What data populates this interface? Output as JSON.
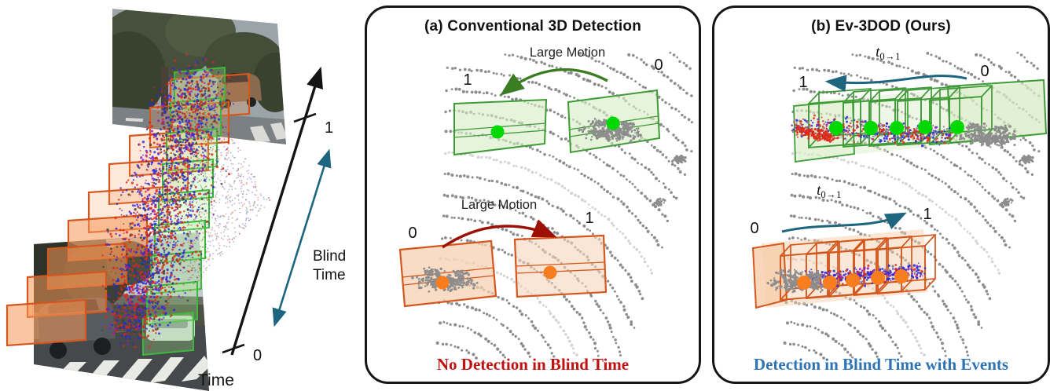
{
  "figure": {
    "left_viz": {
      "time_axis_label": "Time",
      "axis_tick_top_label": "1",
      "axis_tick_bottom_label": "0",
      "blind_time_lines": [
        "Blind",
        "Time"
      ]
    },
    "panel_a": {
      "title": "(a) Conventional 3D Detection",
      "motion_label_top": "Large Motion",
      "motion_label_bottom": "Large Motion",
      "top_left_time": "1",
      "top_right_time": "0",
      "bottom_left_time": "0",
      "bottom_right_time": "1",
      "caption": "No Detection in Blind Time"
    },
    "panel_b": {
      "title": "(b) Ev-3DOD (Ours)",
      "flow_label_top": {
        "main": "t",
        "sub": "0→1"
      },
      "flow_label_mid": {
        "main": "t",
        "sub": "0→1"
      },
      "top_left_time": "1",
      "top_right_time": "0",
      "mid_left_time": "0",
      "mid_right_time": "1",
      "caption": "Detection in Blind Time with Events"
    }
  },
  "colors": {
    "caption_red": "#c11212",
    "caption_blue": "#2e74b5",
    "green_box": "#3f9a38",
    "green_fill": "#d9edc6",
    "green_dot": "#00d900",
    "orange_box": "#d4571e",
    "orange_fill": "#f6cfae",
    "orange_dot": "#f87d1f",
    "arrow_green": "#3a7d23",
    "arrow_red": "#9c1006",
    "arrow_blue": "#1e6580",
    "lidar_gray": "#8d8d8d",
    "lidar_light": "#d4d4d4",
    "event_red": "#dd2718",
    "event_blue": "#2727dd",
    "event_purple": "#8a1dc9",
    "event_dark": "#3a3a3a"
  }
}
